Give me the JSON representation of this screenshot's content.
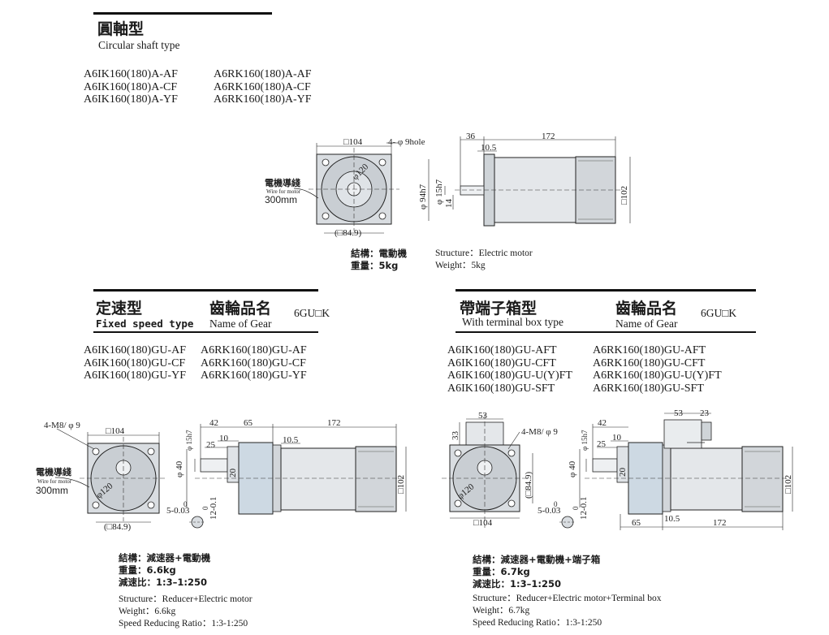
{
  "circular": {
    "title_zh": "圓軸型",
    "title_en": "Circular shaft type",
    "models_left": [
      "A6IK160(180)A-AF",
      "A6IK160(180)A-CF",
      "A6IK160(180)A-YF"
    ],
    "models_right": [
      "A6RK160(180)A-AF",
      "A6RK160(180)A-CF",
      "A6RK160(180)A-YF"
    ],
    "dims": {
      "square": "□104",
      "holes": "4- φ 9hole",
      "d36": "36",
      "d172": "172",
      "d10_5": "10.5",
      "phi94": "φ 94h7",
      "phi15": "φ 15h7",
      "d14": "14",
      "d102": "□102",
      "d84_9": "(□84.9)",
      "phi120": "φ120",
      "wire_zh": "電機導綫",
      "wire_en": "Wire for motor",
      "wire_len": "300mm"
    },
    "spec_zh": [
      "結構：電動機",
      "重量：5kg"
    ],
    "spec_en": [
      "Structure：Electric motor",
      "Weight：5kg"
    ]
  },
  "fixed": {
    "title_zh": "定速型",
    "title_en": "Fixed speed type",
    "gear_zh": "齒輪品名",
    "gear_en": "Name of Gear",
    "gear_code": "6GU□K",
    "models_left": [
      "A6IK160(180)GU-AF",
      "A6IK160(180)GU-CF",
      "A6IK160(180)GU-YF"
    ],
    "models_right": [
      "A6RK160(180)GU-AF",
      "A6RK160(180)GU-CF",
      "A6RK160(180)GU-YF"
    ],
    "dims": {
      "bolt": "4-M8/ φ 9",
      "square": "□104",
      "d42": "42",
      "d65": "65",
      "d172": "172",
      "d25": "25",
      "d10": "10",
      "d10_5": "10.5",
      "d20": "20",
      "phi15": "φ 15h7",
      "phi40": "φ 40",
      "d102": "□102",
      "phi120": "φ120",
      "d84_9": "(□84.9)",
      "key": "5-0.03",
      "key0": "0",
      "shaft": "12-0.1",
      "shaft0": "0",
      "wire_zh": "電機導綫",
      "wire_en": "Wire for motor",
      "wire_len": "300mm"
    },
    "spec_zh": [
      "結構：減速器+電動機",
      "重量：6.6kg",
      "減速比：1:3–1:250"
    ],
    "spec_en": [
      "Structure：Reducer+Electric motor",
      "Weight：6.6kg",
      "Speed Reducing Ratio：1:3-1:250"
    ]
  },
  "terminal": {
    "title_zh": "帶端子箱型",
    "title_en": "With terminal box type",
    "gear_zh": "齒輪品名",
    "gear_en": "Name of Gear",
    "gear_code": "6GU□K",
    "models_left": [
      "A6IK160(180)GU-AFT",
      "A6IK160(180)GU-CFT",
      "A6IK160(180)GU-U(Y)FT",
      "A6IK160(180)GU-SFT"
    ],
    "models_right": [
      "A6RK160(180)GU-AFT",
      "A6RK160(180)GU-CFT",
      "A6RK160(180)GU-U(Y)FT",
      "A6RK160(180)GU-SFT"
    ],
    "dims": {
      "d53": "53",
      "d33": "33",
      "bolt": "4-M8/ φ 9",
      "d84_9": "(□84.9)",
      "phi120": "φ120",
      "d104": "□104",
      "key": "5-0.03",
      "key0": "0",
      "shaft": "12-0.1",
      "shaft0": "0",
      "phi15": "φ 15h7",
      "d42": "42",
      "d25": "25",
      "d10": "10",
      "d20": "20",
      "phi40": "φ 40",
      "d53b": "53",
      "d23": "23",
      "d102": "□102",
      "d65": "65",
      "d10_5": "10.5",
      "d172": "172"
    },
    "spec_zh": [
      "結構：減速器+電動機+端子箱",
      "重量：6.7kg",
      "減速比：1:3–1:250"
    ],
    "spec_en": [
      "Structure：Reducer+Electric motor+Terminal box",
      "Weight：6.7kg",
      "Speed Reducing Ratio：1:3-1:250"
    ]
  }
}
